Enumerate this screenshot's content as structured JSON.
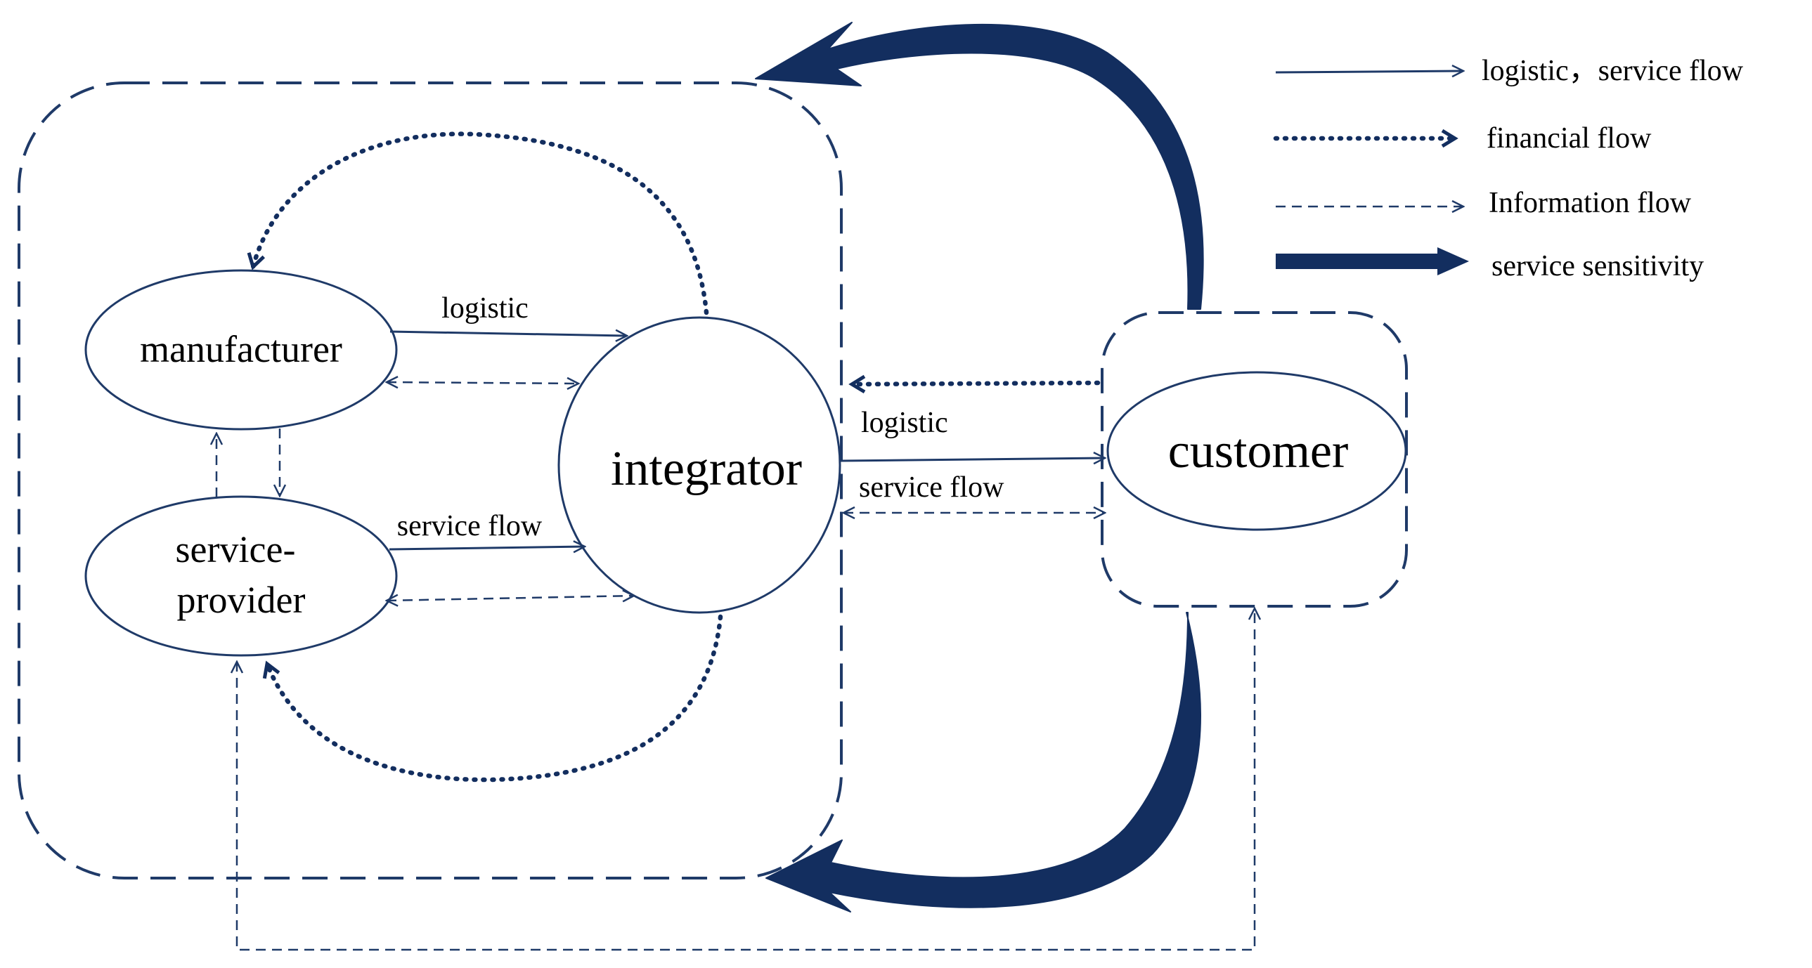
{
  "nodes": {
    "manufacturer": "manufacturer",
    "service_provider_line1": "service-",
    "service_provider_line2": "provider",
    "integrator": "integrator",
    "customer": "customer"
  },
  "edge_labels": {
    "mfr_logistic": "logistic",
    "sp_service_flow": "service flow",
    "cust_logistic": "logistic",
    "cust_service_flow": "service flow"
  },
  "legend": [
    {
      "style": "solid-thin",
      "label": "logistic，service flow"
    },
    {
      "style": "dotted",
      "label": "financial flow"
    },
    {
      "style": "dashed",
      "label": "Information flow"
    },
    {
      "style": "thick",
      "label": "service sensitivity"
    }
  ],
  "colors": {
    "stroke": "#1f3a68",
    "accent": "#132e5f",
    "text": "#000000"
  }
}
